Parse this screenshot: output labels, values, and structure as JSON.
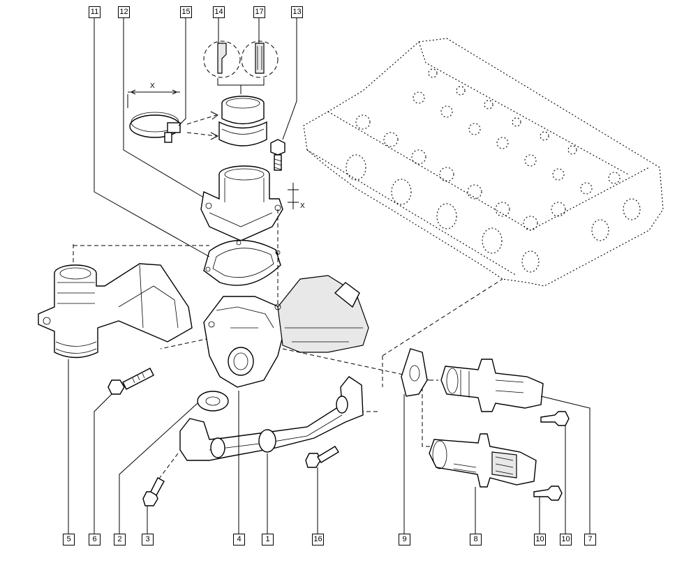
{
  "callouts": {
    "c11": "11",
    "c12": "12",
    "c15": "15",
    "c14": "14",
    "c17": "17",
    "c13": "13",
    "c5": "5",
    "c6": "6",
    "c2": "2",
    "c3": "3",
    "c4": "4",
    "c1": "1",
    "c16": "16",
    "c9": "9",
    "c8": "8",
    "c10a": "10",
    "c10b": "10",
    "c7": "7"
  },
  "dimensions": {
    "clamp_width": "X",
    "valve_offset": "X"
  }
}
